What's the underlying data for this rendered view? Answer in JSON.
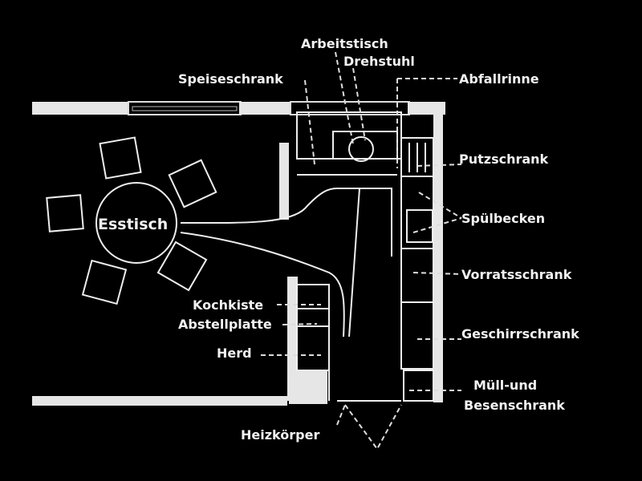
{
  "diagram": {
    "title": "Kitchen floor plan",
    "labels": {
      "arbeitstisch": "Arbeitstisch",
      "drehstuhl": "Drehstuhl",
      "speiseschrank": "Speiseschrank",
      "abfallrinne": "Abfallrinne",
      "putzschrank": "Putzschrank",
      "spuelbecken": "Spülbecken",
      "vorratsschrank": "Vorratsschrank",
      "geschirrschrank": "Geschirrschrank",
      "muell_1": "Müll-und",
      "muell_2": "Besenschrank",
      "esstisch": "Esstisch",
      "kochkiste": "Kochkiste",
      "abstellplatte": "Abstellplatte",
      "herd": "Herd",
      "heizkoerper": "Heizkörper"
    },
    "colors": {
      "background": "#000000",
      "lines": "#eeeeee"
    }
  }
}
